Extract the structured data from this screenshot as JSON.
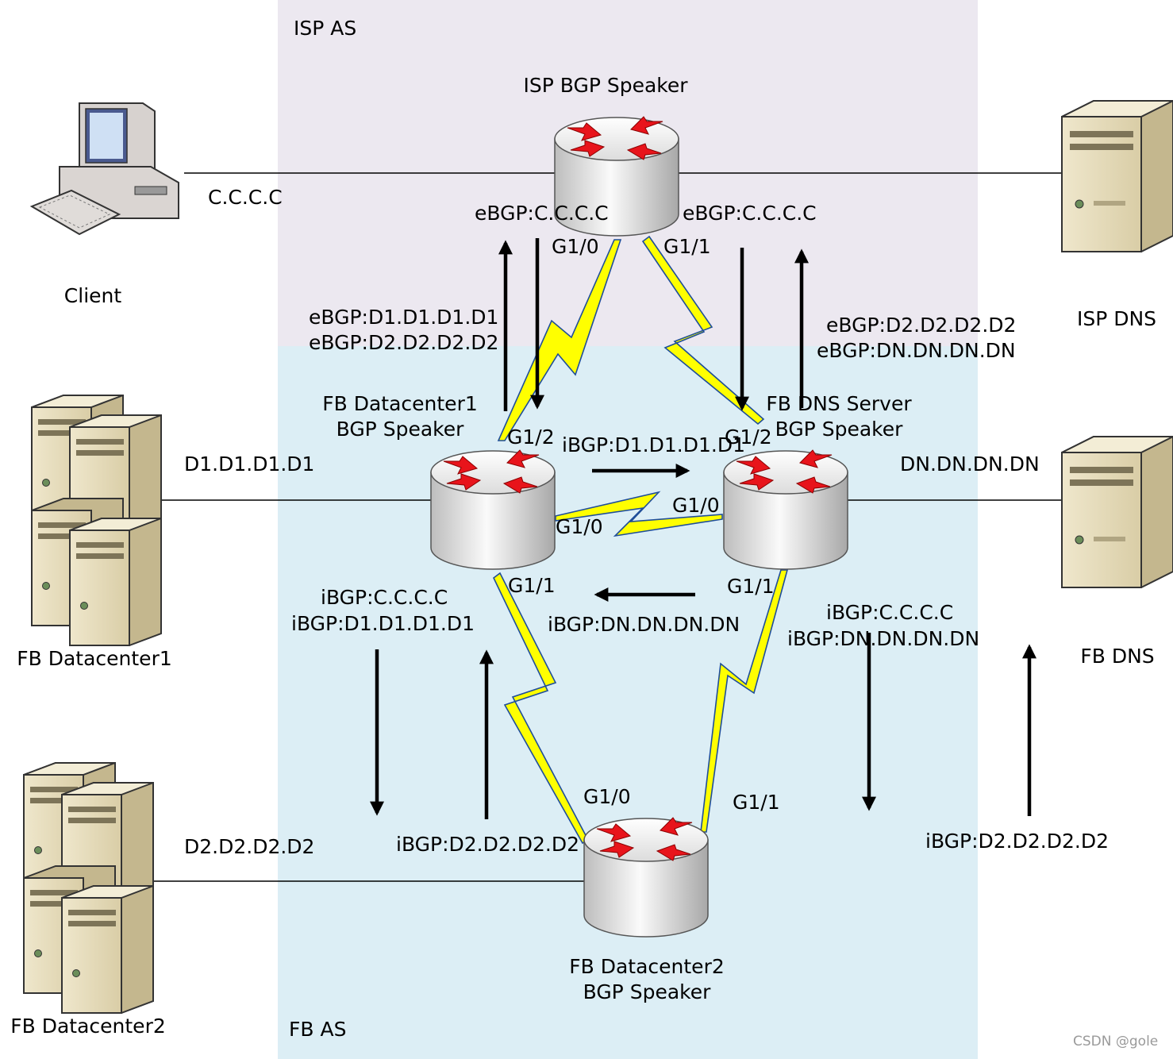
{
  "zones": {
    "isp": "ISP AS",
    "fb": "FB AS"
  },
  "devices": {
    "client": "Client",
    "isp_dns": "ISP DNS",
    "fb_dns": "FB DNS",
    "fb_dc1": "FB Datacenter1",
    "fb_dc2": "FB Datacenter2"
  },
  "routers": {
    "isp": "ISP BGP Speaker",
    "dc1": [
      "FB Datacenter1",
      "BGP Speaker"
    ],
    "dns": [
      "FB DNS Server",
      "BGP Speaker"
    ],
    "dc2": [
      "FB Datacenter2",
      "BGP Speaker"
    ]
  },
  "prefixes": {
    "client": "C.C.C.C",
    "dc1": "D1.D1.D1.D1",
    "dc2": "D2.D2.D2.D2",
    "dns": "DN.DN.DN.DN"
  },
  "interfaces": {
    "isp_g10": "G1/0",
    "isp_g11": "G1/1",
    "dc1_g12": "G1/2",
    "dc1_g10": "G1/0",
    "dc1_g11": "G1/1",
    "dns_g12": "G1/2",
    "dns_g10": "G1/0",
    "dns_g11": "G1/1",
    "dc2_g10": "G1/0",
    "dc2_g11": "G1/1"
  },
  "advertisements": {
    "isp_to_dc1": "eBGP:C.C.C.C",
    "isp_to_dns": "eBGP:C.C.C.C",
    "dc1_to_isp": [
      "eBGP:D1.D1.D1.D1",
      "eBGP:D2.D2.D2.D2"
    ],
    "dns_to_isp": [
      "eBGP:D2.D2.D2.D2",
      "eBGP:DN.DN.DN.DN"
    ],
    "dc1_to_dns": "iBGP:D1.D1.D1.D1",
    "dns_to_dc1": "iBGP:DN.DN.DN.DN",
    "dc1_to_dc2": [
      "iBGP:C.C.C.C",
      "iBGP:D1.D1.D1.D1"
    ],
    "dc2_to_dc1": "iBGP:D2.D2.D2.D2",
    "dns_to_dc2": [
      "iBGP:C.C.C.C",
      "iBGP:DN.DN.DN.DN"
    ],
    "dc2_to_dns": "iBGP:D2.D2.D2.D2"
  },
  "watermark": "CSDN @gole",
  "colors": {
    "isp_zone": "#ECE8F0",
    "fb_zone": "#DCEEF5",
    "serial_link": "#FFFF00",
    "router_arrow": "#E8141B",
    "server_body": "#E9E0C4"
  }
}
